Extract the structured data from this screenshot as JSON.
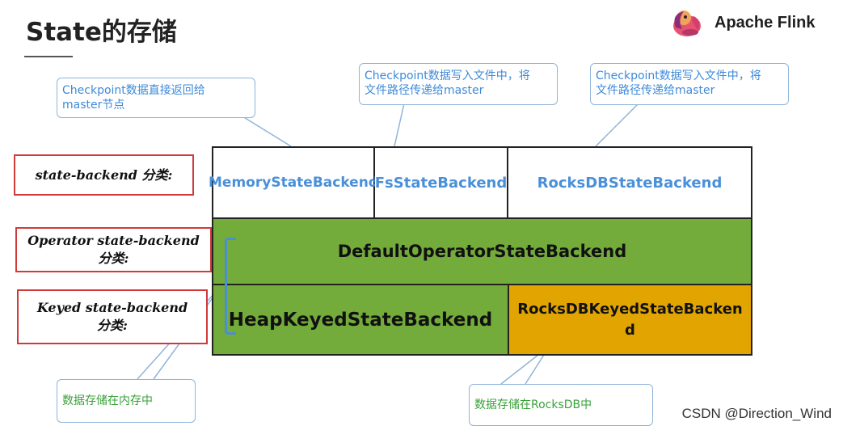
{
  "slide_title": "State的存储",
  "brand": {
    "name": "Apache Flink",
    "logo_icon": "flink-squirrel-logo"
  },
  "callouts": {
    "memory": "Checkpoint数据直接返回给\nmaster节点",
    "fs": "Checkpoint数据写入文件中，将\n文件路径传递给master",
    "rocks": "Checkpoint数据写入文件中，将\n文件路径传递给master",
    "heap_storage": "数据存储在内存中",
    "rocks_storage": "数据存储在RocksDB中"
  },
  "labels": {
    "state_backend": "state-backend 分类:",
    "operator_line1": "Operator state-backend",
    "operator_line2": "分类:",
    "keyed_line1": "Keyed state-backend",
    "keyed_line2": "分类:"
  },
  "backends": {
    "memory": "MemoryStateBackend",
    "fs": "FsStateBackend",
    "rocksdb": "RocksDBStateBackend",
    "default_operator": "DefaultOperatorStateBackend",
    "heap_keyed": "HeapKeyedStateBackend",
    "rocksdb_keyed_line1": "RocksDBKeyedStateBacken",
    "rocksdb_keyed_line2": "d"
  },
  "watermark": "CSDN @Direction_Wind",
  "colors": {
    "green_cell": "#74ac3c",
    "orange_cell": "#e1a400",
    "callout_blue": "#3e8ad8",
    "callout_green": "#3aa13a",
    "label_border": "#d03a3a"
  }
}
